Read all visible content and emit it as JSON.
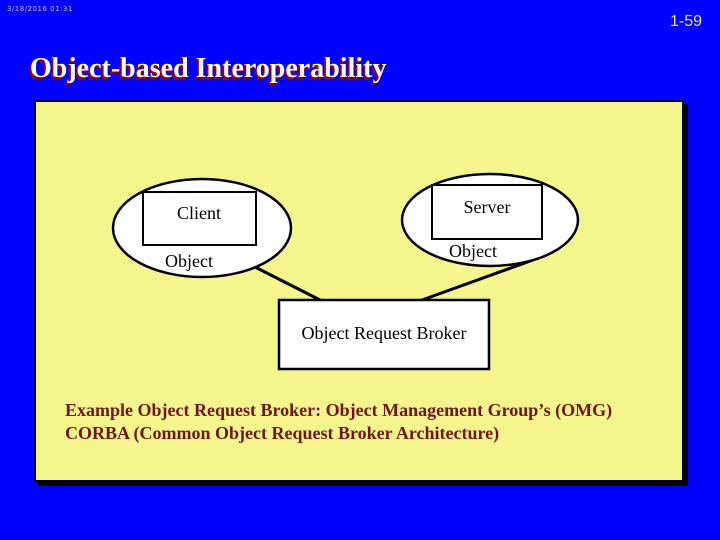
{
  "meta": {
    "timestamp": "3/18/2016 01:31",
    "page_number": "1-59"
  },
  "slide": {
    "title": "Object-based Interoperability",
    "colors": {
      "background": "#0101fe",
      "panel_fill": "#f5f58d",
      "panel_border": "#000000",
      "title_text": "#ffffff",
      "title_shadow": "#9b0000",
      "note_text": "#731414",
      "shape_fill": "#ffffff",
      "shape_stroke": "#000000"
    }
  },
  "diagram": {
    "client": {
      "box_label": "Client",
      "sub_label": "Object"
    },
    "server": {
      "box_label": "Server",
      "sub_label": "Object"
    },
    "broker": {
      "label": "Object Request Broker"
    },
    "connectors": [
      {
        "from": "client-object",
        "to": "object-request-broker"
      },
      {
        "from": "server-object",
        "to": "object-request-broker"
      }
    ]
  },
  "note": {
    "line1": "Example Object Request Broker: Object Management Group’s (OMG)",
    "line2": "CORBA (Common Object Request Broker Architecture)"
  }
}
